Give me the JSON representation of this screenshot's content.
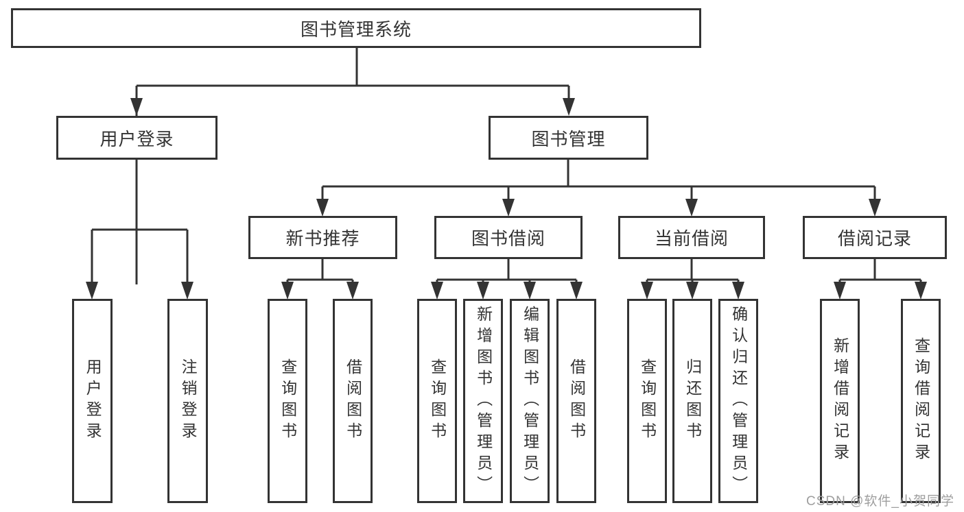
{
  "tree": {
    "label": "图书管理系统",
    "children": [
      {
        "label": "用户登录",
        "children": [
          {
            "label": "用户登录"
          },
          {
            "label": "注销登录"
          }
        ]
      },
      {
        "label": "图书管理",
        "children": [
          {
            "label": "新书推荐",
            "children": [
              {
                "label": "查询图书"
              },
              {
                "label": "借阅图书"
              }
            ]
          },
          {
            "label": "图书借阅",
            "children": [
              {
                "label": "查询图书"
              },
              {
                "label": "新增图书（管理员）"
              },
              {
                "label": "编辑图书（管理员）"
              },
              {
                "label": "借阅图书"
              }
            ]
          },
          {
            "label": "当前借阅",
            "children": [
              {
                "label": "查询图书"
              },
              {
                "label": "归还图书"
              },
              {
                "label": "确认归还（管理员）"
              }
            ]
          },
          {
            "label": "借阅记录",
            "children": [
              {
                "label": "新增借阅记录"
              },
              {
                "label": "查询借阅记录"
              }
            ]
          }
        ]
      }
    ]
  },
  "watermark": "CSDN @软件_小贺同学",
  "colors": {
    "line": "#333333",
    "box_border": "#333333",
    "box_background": "#ffffff",
    "text": "#333333",
    "watermark_text": "#9e9e9e",
    "page_background": "#ffffff"
  }
}
